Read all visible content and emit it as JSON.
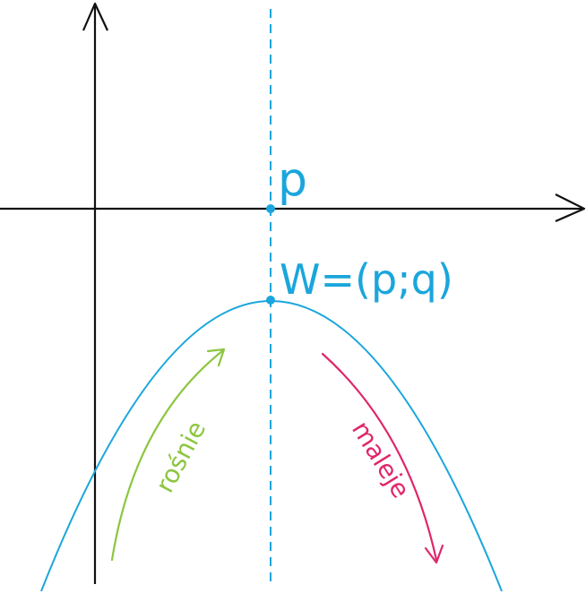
{
  "labels": {
    "axis_point": "p",
    "vertex": "W=(p;q)",
    "increasing": "rośnie",
    "decreasing": "maleje"
  },
  "colors": {
    "axes": "#111111",
    "parabola": "#1aa6dc",
    "symmetry_axis": "#1aa6dc",
    "points": "#1aa6dc",
    "increasing": "#8cc63f",
    "decreasing": "#e0266b"
  }
}
